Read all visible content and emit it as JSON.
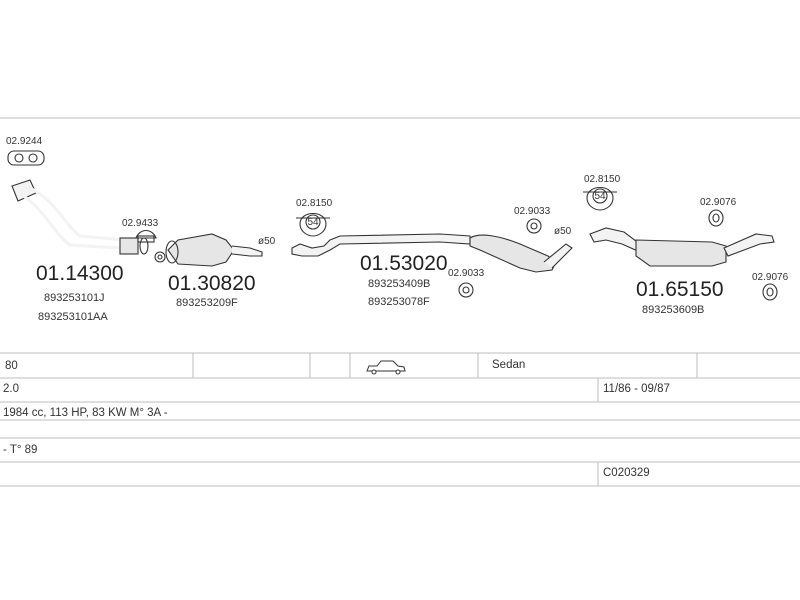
{
  "parts": {
    "p1": {
      "number": "01.14300",
      "refs": [
        "893253101J",
        "893253101AA"
      ]
    },
    "p2": {
      "number": "01.30820",
      "refs": [
        "893253209F"
      ]
    },
    "p3": {
      "number": "01.53020",
      "refs": [
        "893253409B",
        "893253078F"
      ]
    },
    "p4": {
      "number": "01.65150",
      "refs": [
        "893253609B"
      ]
    }
  },
  "accessories": {
    "a_9244": "02.9244",
    "a_9433": "02.9433",
    "a_8150_left": "02.8150",
    "a_9033_top": "02.9033",
    "a_9033_bottom": "02.9033",
    "a_8150_right": "02.8150",
    "a_9076_top": "02.9076",
    "a_9076_bottom": "02.9076"
  },
  "clamp_labels": {
    "left": "54",
    "right": "54"
  },
  "diameters": {
    "left": "ø50",
    "right": "ø50"
  },
  "vehicle": {
    "model": "80",
    "body_type": "Sedan",
    "body_icon": "sedan-car-icon",
    "engine": "2.0",
    "production": "11/86 - 09/87",
    "specs": "1984 cc, 113 HP, 83 KW M° 3A -",
    "variant": "- T° 89",
    "code": "C020329"
  }
}
